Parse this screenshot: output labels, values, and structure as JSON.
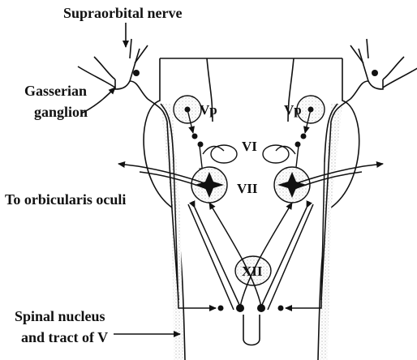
{
  "labels": {
    "supraorbital": "Supraorbital nerve",
    "gasserian_line1": "Gasserian",
    "gasserian_line2": "ganglion",
    "orbicularis": "To orbicularis oculi",
    "spinal_line1": "Spinal nucleus",
    "spinal_line2": "and tract of V",
    "vp_left": "Vp",
    "vp_right": "Vp",
    "nucleus_vi": "VI",
    "nucleus_vii": "VII",
    "nucleus_xii": "XII"
  },
  "colors": {
    "ink": "#111111",
    "stipple": "#d9d9d9",
    "background": "#ffffff"
  }
}
